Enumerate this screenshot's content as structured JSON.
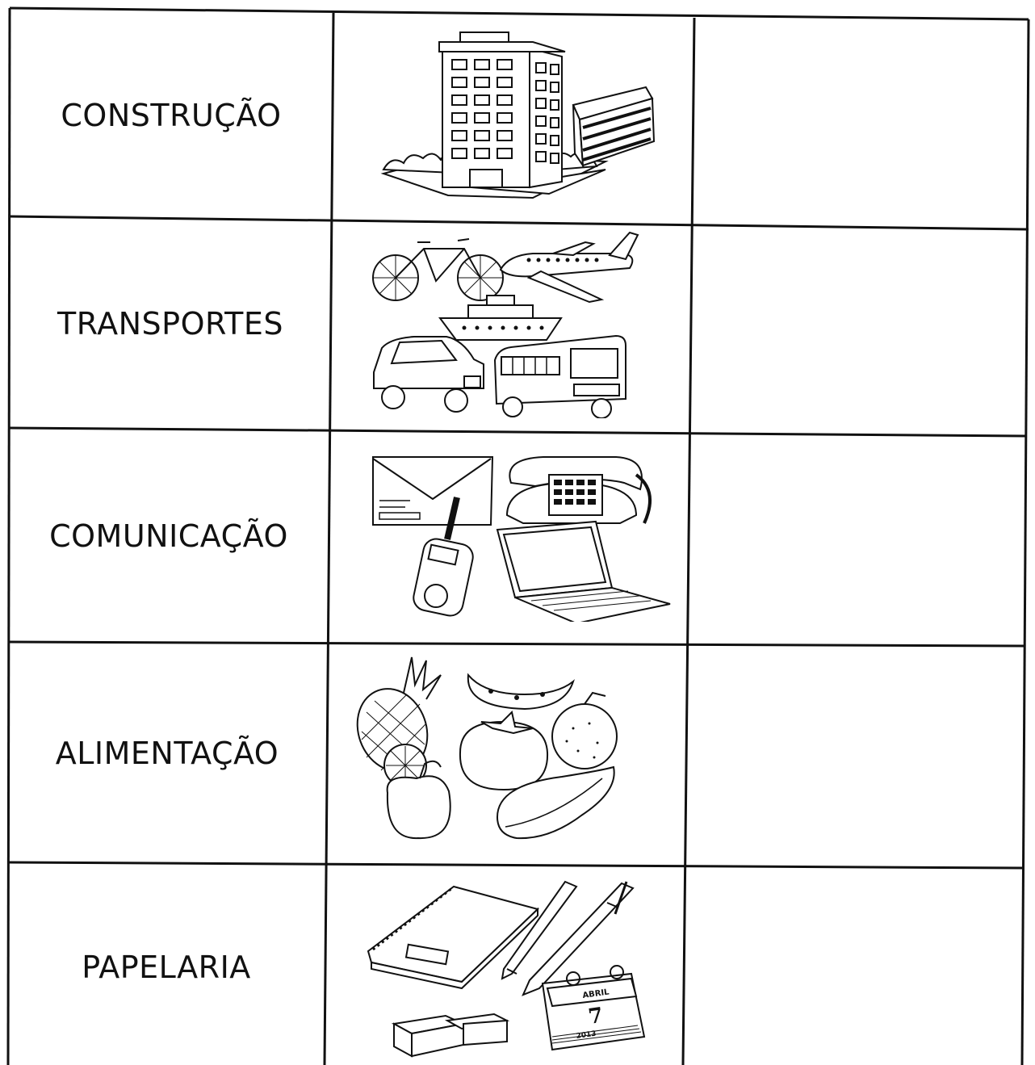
{
  "worksheet": {
    "rows": [
      {
        "category": "CONSTRUÇÃO",
        "illustration": "building-and-bricks-icon",
        "answer": ""
      },
      {
        "category": "TRANSPORTES",
        "illustration": "vehicles-icon",
        "answer": ""
      },
      {
        "category": "COMUNICAÇÃO",
        "illustration": "communication-devices-icon",
        "answer": ""
      },
      {
        "category": "ALIMENTAÇÃO",
        "illustration": "fruits-icon",
        "answer": ""
      },
      {
        "category": "PAPELARIA",
        "illustration": "stationery-icon",
        "answer": ""
      }
    ],
    "calendar": {
      "month": "ABRIL",
      "day": "7",
      "year": "2013"
    },
    "colors": {
      "ink": "#111111",
      "paper": "#ffffff"
    }
  }
}
